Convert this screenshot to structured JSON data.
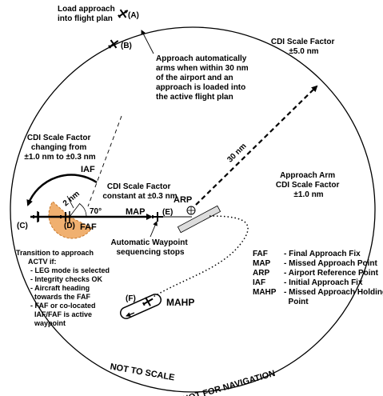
{
  "load_approach": [
    "Load approach",
    "into flight plan"
  ],
  "positions": {
    "a": "(A)",
    "b": "(B)",
    "c": "(C)",
    "d": "(D)",
    "e": "(E)",
    "f": "(F)"
  },
  "cdi_top": [
    "CDI Scale Factor",
    "±5.0 nm"
  ],
  "auto_arm": [
    "Approach automatically",
    "arms when within 30 nm",
    "of the airport and an",
    "approach is loaded into",
    "the active flight plan"
  ],
  "cdi_changing": [
    "CDI Scale Factor",
    "changing from",
    "±1.0 nm to ±0.3 nm"
  ],
  "iaf": "IAF",
  "cdi_constant": [
    "CDI Scale Factor",
    "constant at ±0.3 nm"
  ],
  "two_nm": "2 nm",
  "angle": "70°",
  "map": "MAP",
  "faf": "FAF",
  "arp": "ARP",
  "thirty_nm": "30 nm",
  "approach_arm": [
    "Approach Arm",
    "CDI Scale Factor",
    "±1.0 nm"
  ],
  "auto_seq": [
    "Automatic Waypoint",
    "sequencing stops"
  ],
  "transition": {
    "title": [
      "Transition to approach",
      "ACTV if:"
    ],
    "items": [
      [
        "- LEG mode is selected"
      ],
      [
        "- Integrity checks OK"
      ],
      [
        "- Aircraft heading",
        "  towards the FAF"
      ],
      [
        "- FAF or co-located",
        "  IAF/FAF is active",
        "  waypoint"
      ]
    ]
  },
  "mahp": "MAHP",
  "legend": [
    {
      "abbr": "FAF",
      "desc": [
        "- Final Approach Fix"
      ]
    },
    {
      "abbr": "MAP",
      "desc": [
        "- Missed Approach Point"
      ]
    },
    {
      "abbr": "ARP",
      "desc": [
        "- Airport Reference Point"
      ]
    },
    {
      "abbr": "IAF",
      "desc": [
        "- Initial Approach Fix"
      ]
    },
    {
      "abbr": "MAHP",
      "desc": [
        "- Missed Approach Holding",
        "  Point"
      ]
    }
  ],
  "not_to_scale": "NOT TO SCALE",
  "not_for_nav": "NOT FOR NAVIGATION",
  "colors": {
    "orange": "#f0b070",
    "orange_stroke": "#c9782a",
    "ink": "#000000",
    "runway": "#dddddd"
  }
}
